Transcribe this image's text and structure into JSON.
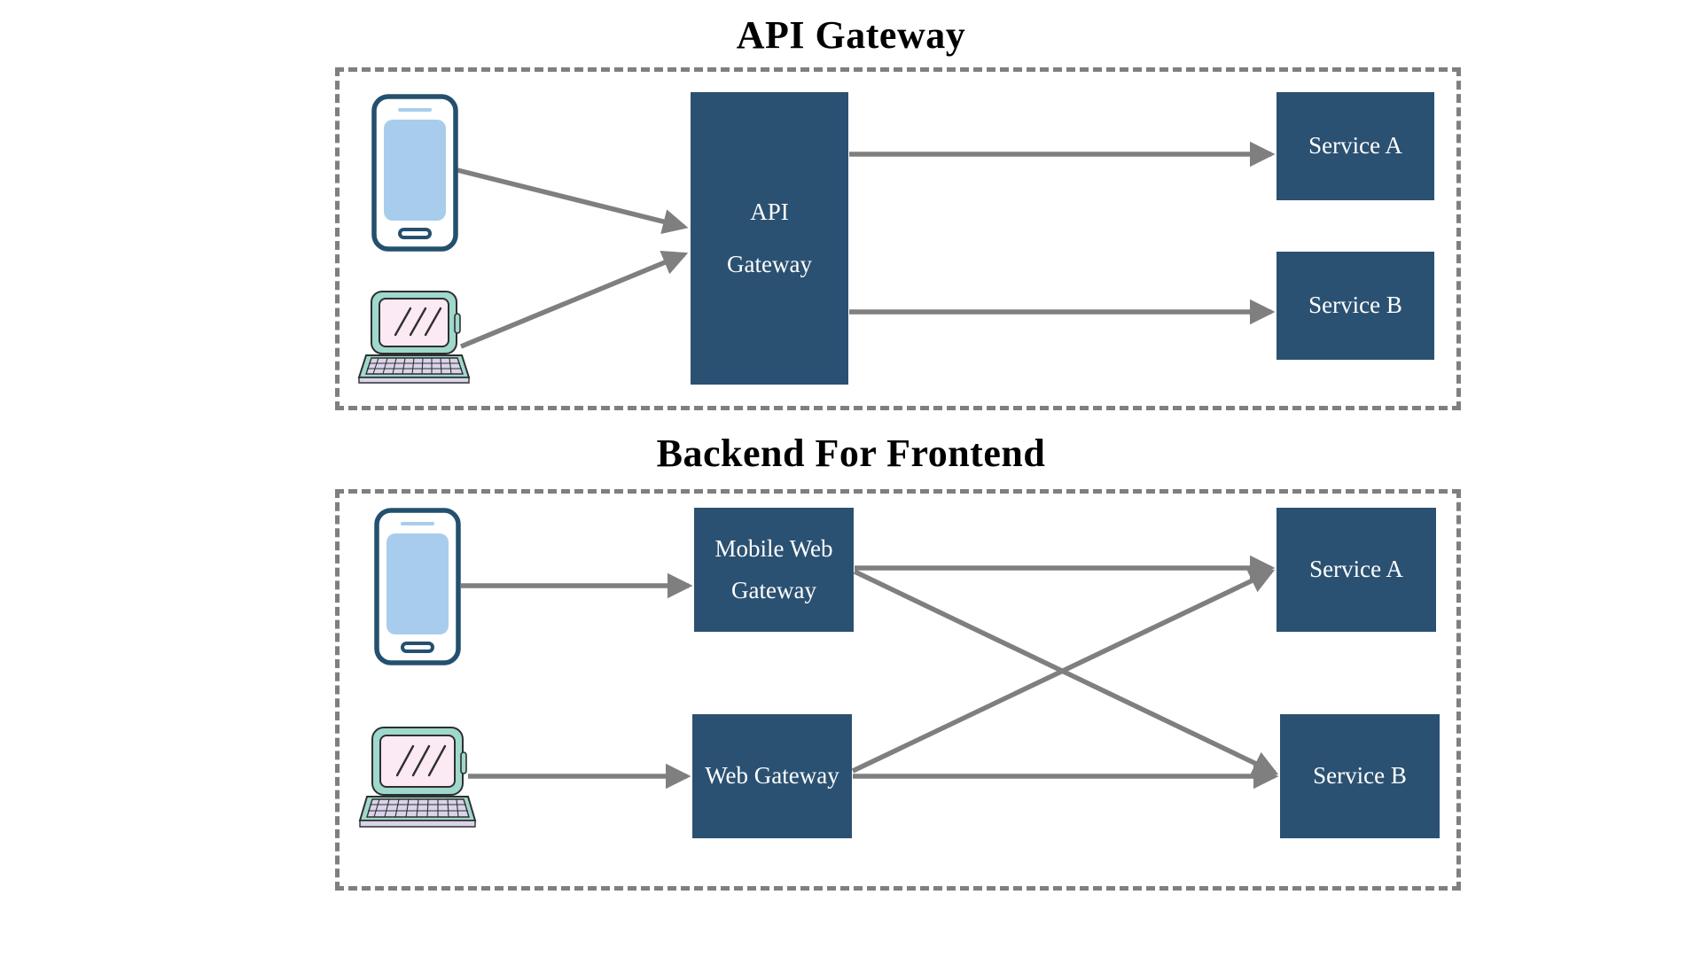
{
  "diagram": {
    "background_color": "#ffffff",
    "node_fill_color": "#2b5172",
    "node_text_color": "#ffffff",
    "arrow_color": "#7f7f7f",
    "panel_border_color": "#7f7f7f",
    "phone_body_color": "#24506f",
    "phone_screen_color": "#a8cdec",
    "laptop_body_color": "#9fd8cc",
    "laptop_screen_color": "#fbe9f3",
    "laptop_base_color": "#d9d4ea"
  },
  "sections": [
    {
      "id": "api-gateway",
      "title": "API Gateway",
      "clients": [
        {
          "icon": "mobile-phone-icon",
          "label": ""
        },
        {
          "icon": "laptop-icon",
          "label": ""
        }
      ],
      "gateways": [
        {
          "id": "api-gateway-node",
          "label_lines": [
            "API",
            "Gateway"
          ]
        }
      ],
      "services": [
        {
          "id": "service-a",
          "label": "Service A"
        },
        {
          "id": "service-b",
          "label": "Service B"
        }
      ],
      "edges": [
        {
          "from": "mobile-phone-icon",
          "to": "api-gateway-node"
        },
        {
          "from": "laptop-icon",
          "to": "api-gateway-node"
        },
        {
          "from": "api-gateway-node",
          "to": "service-a"
        },
        {
          "from": "api-gateway-node",
          "to": "service-b"
        }
      ]
    },
    {
      "id": "backend-for-frontend",
      "title": "Backend For Frontend",
      "clients": [
        {
          "icon": "mobile-phone-icon",
          "label": ""
        },
        {
          "icon": "laptop-icon",
          "label": ""
        }
      ],
      "gateways": [
        {
          "id": "mobile-web-gateway-node",
          "label_lines": [
            "Mobile Web",
            "Gateway"
          ]
        },
        {
          "id": "web-gateway-node",
          "label_lines": [
            "Web Gateway"
          ]
        }
      ],
      "services": [
        {
          "id": "service-a",
          "label": "Service A"
        },
        {
          "id": "service-b",
          "label": "Service B"
        }
      ],
      "edges": [
        {
          "from": "mobile-phone-icon",
          "to": "mobile-web-gateway-node"
        },
        {
          "from": "laptop-icon",
          "to": "web-gateway-node"
        },
        {
          "from": "mobile-web-gateway-node",
          "to": "service-a"
        },
        {
          "from": "mobile-web-gateway-node",
          "to": "service-b"
        },
        {
          "from": "web-gateway-node",
          "to": "service-a"
        },
        {
          "from": "web-gateway-node",
          "to": "service-b"
        }
      ]
    }
  ],
  "labels": {
    "api_gateway_title": "API Gateway",
    "bff_title": "Backend For Frontend",
    "api_line1": "API",
    "api_line2": "Gateway",
    "mobile_web_line1": "Mobile Web",
    "mobile_web_line2": "Gateway",
    "web_gateway": "Web Gateway",
    "service_a_top": "Service A",
    "service_b_top": "Service B",
    "service_a_bottom": "Service A",
    "service_b_bottom": "Service B"
  }
}
